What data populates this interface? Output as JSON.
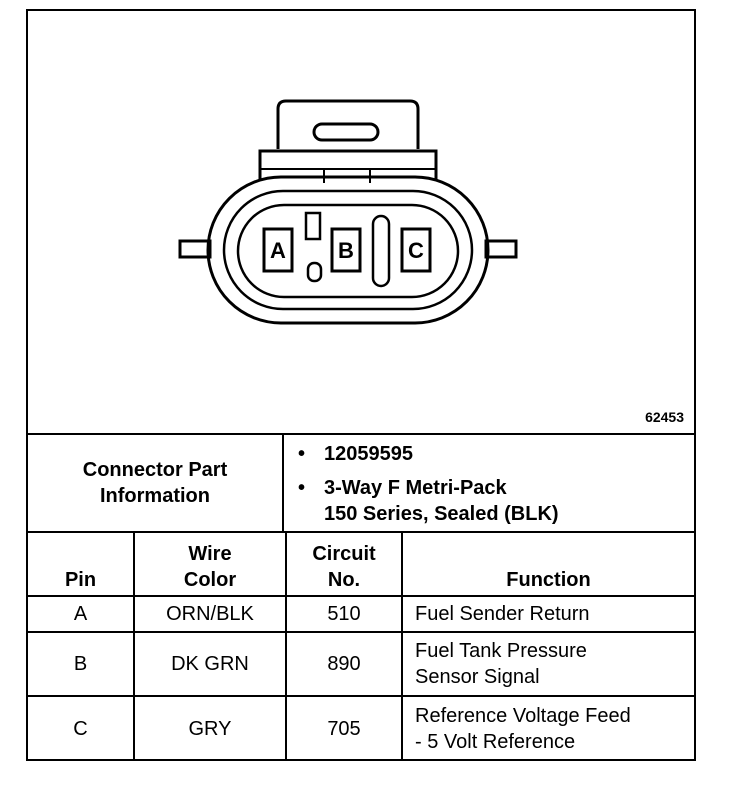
{
  "diagram": {
    "figure_number": "62453",
    "pin_labels": [
      "A",
      "B",
      "C"
    ]
  },
  "connector_info": {
    "label_lines": [
      "Connector Part",
      "Information"
    ],
    "items": [
      {
        "lines": [
          "12059595"
        ]
      },
      {
        "lines": [
          "3-Way F Metri-Pack",
          "150 Series, Sealed (BLK)"
        ]
      }
    ]
  },
  "pin_table": {
    "headers": {
      "pin": [
        "Pin"
      ],
      "wire_color": [
        "Wire",
        "Color"
      ],
      "circuit_no": [
        "Circuit",
        "No."
      ],
      "function": [
        "Function"
      ]
    },
    "rows": [
      {
        "pin": "A",
        "wire_color": "ORN/BLK",
        "circuit": "510",
        "function": [
          "Fuel Sender Return"
        ]
      },
      {
        "pin": "B",
        "wire_color": "DK GRN",
        "circuit": "890",
        "function": [
          "Fuel Tank Pressure",
          "Sensor Signal"
        ]
      },
      {
        "pin": "C",
        "wire_color": "GRY",
        "circuit": "705",
        "function": [
          "Reference Voltage Feed",
          "- 5 Volt Reference"
        ]
      }
    ]
  },
  "colors": {
    "line": "#000000",
    "background": "#ffffff"
  }
}
